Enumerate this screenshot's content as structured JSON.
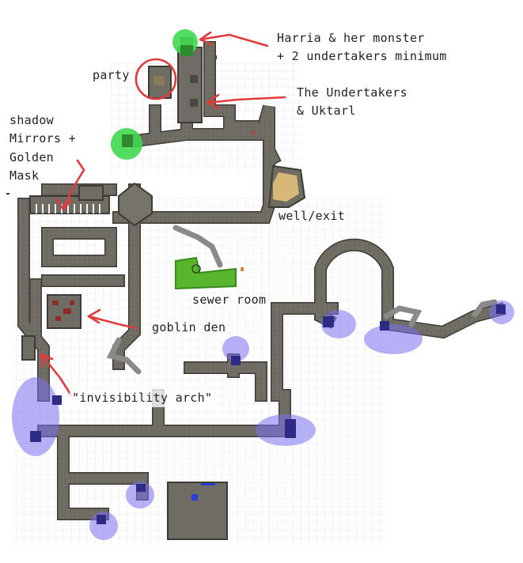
{
  "annotations": {
    "harria": "Harria & her monster\n+ 2 undertakers minimum",
    "undertakers": "The Undertakers\n& Uktarl",
    "party": "party",
    "shadow_mirrors": "shadow\nMirrors +\nGolden\nMask",
    "well_exit": "well/exit",
    "sewer_room": "sewer room",
    "goblin_den": "goblin den",
    "invisibility_arch": "\"invisibility arch\""
  },
  "colors": {
    "corridor": "#6f6d63",
    "corridor_edge": "#3c3b35",
    "floor_grid": "#e3e3e3",
    "green_marker": "#3fd84f",
    "blue_marker": "#7a6ff0",
    "blue_block": "#2d2b86",
    "red_arrow": "#e23a3a",
    "sand": "#d8b878",
    "sewer_green": "#59b52d",
    "rubble": "#8a8a88"
  },
  "markers": {
    "green": [
      "player-start-north",
      "player-start-west"
    ],
    "blue": [
      "arch-west",
      "pit-south-1",
      "pit-south-2",
      "pit-center",
      "alcove-east",
      "pit-east-1",
      "pit-east-2",
      "pit-far-east"
    ]
  },
  "icons": [
    "red-arrow-icon",
    "red-circle-icon"
  ]
}
